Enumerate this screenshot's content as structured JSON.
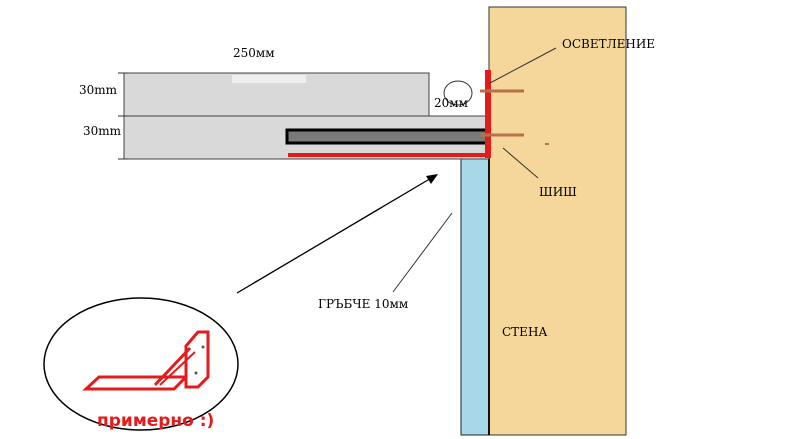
{
  "labels": {
    "width_top": "250мм",
    "height_top": "30mm",
    "height_bottom": "30mm",
    "gap": "20мм",
    "lighting": "ОСВЕТЛЕНИЕ",
    "dowel": "ШИШ",
    "groove": "ГРЪБЧЕ 10мм",
    "wall": "СТЕНА",
    "example_caption": "примерно :)"
  },
  "colors": {
    "wall_fill": "#f5d79b",
    "tile_fill": "#a6d8e8",
    "shelf_fill": "#d9d9d9",
    "steel_fill": "#7a7a7a",
    "bracket_red": "#e31b1b",
    "rod_brown": "#b5724a"
  }
}
